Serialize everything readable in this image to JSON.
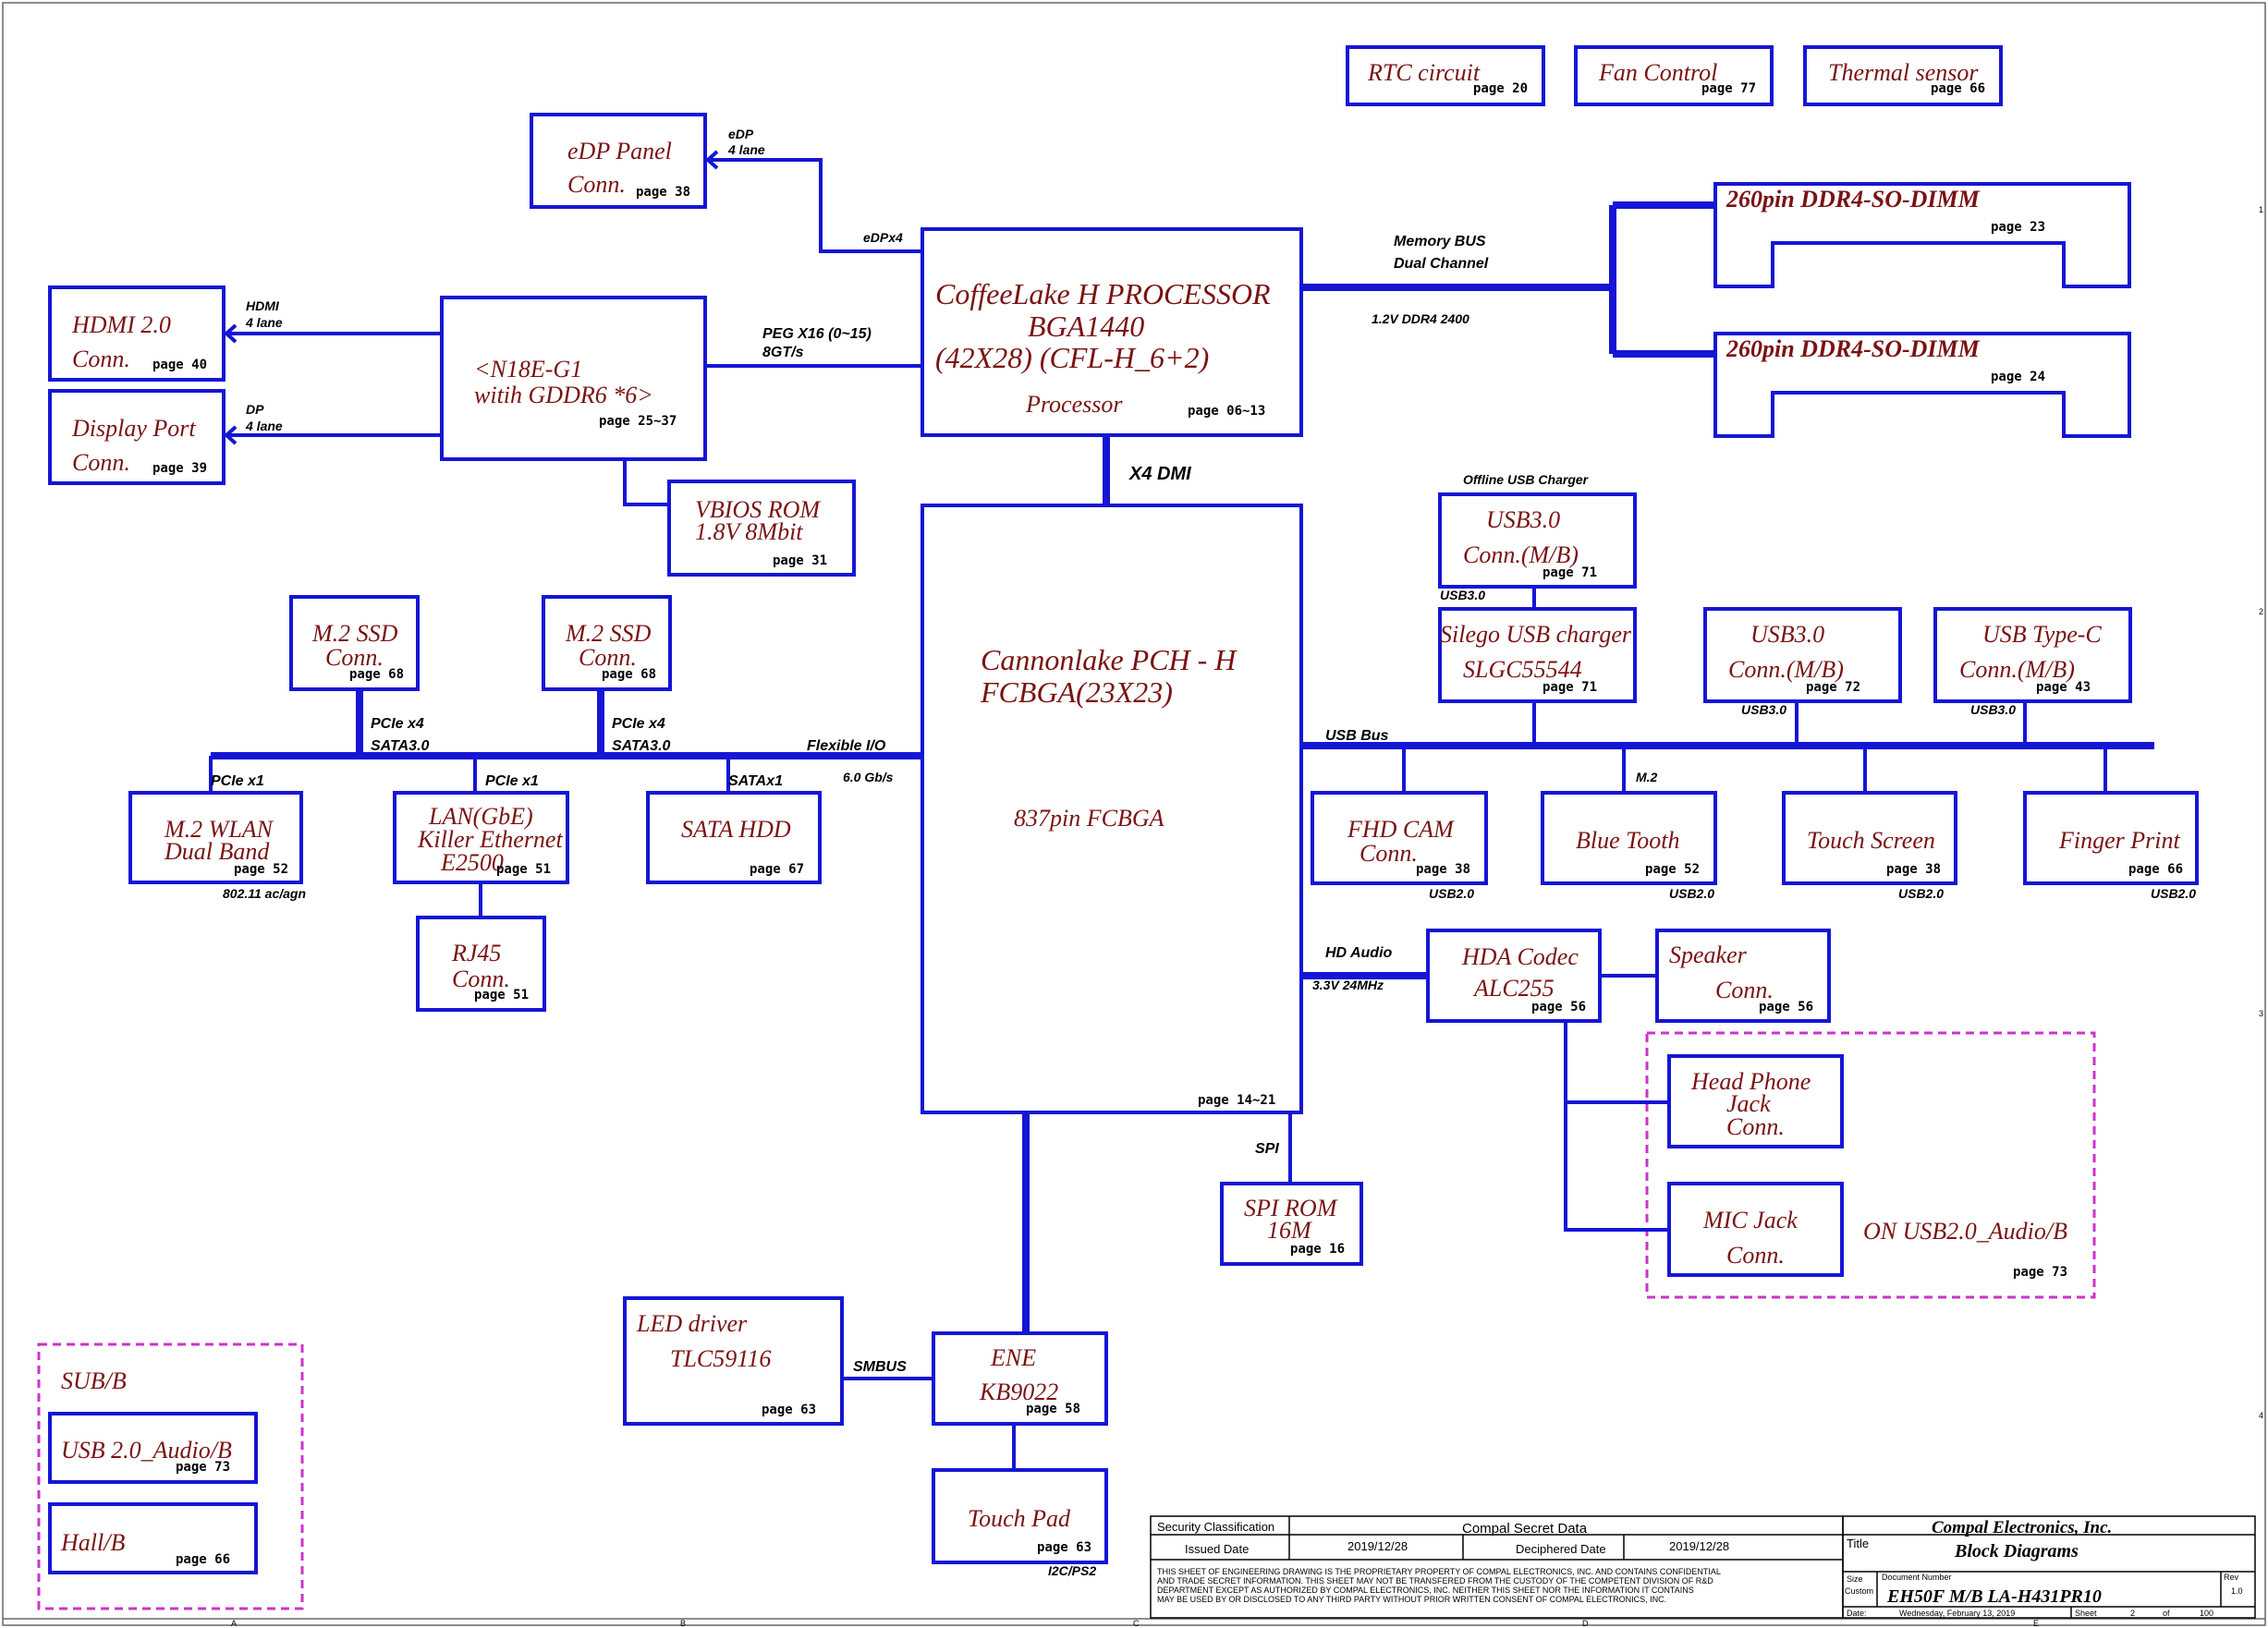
{
  "blocks": {
    "rtc": {
      "title": "RTC circuit",
      "page": "page 20"
    },
    "fan": {
      "title": "Fan Control",
      "page": "page 77"
    },
    "thermal": {
      "title": "Thermal sensor",
      "page": "page 66"
    },
    "edp": {
      "line1": "eDP Panel",
      "line2": "Conn.",
      "page": "page 38"
    },
    "hdmi": {
      "line1": "HDMI 2.0",
      "line2": "Conn.",
      "page": "page 40"
    },
    "dp": {
      "line1": "Display Port",
      "line2": "Conn.",
      "page": "page 39"
    },
    "gpu": {
      "line1": "<N18E-G1",
      "line2": "witih GDDR6 *6>",
      "page": "page 25~37"
    },
    "vbios": {
      "line1": "VBIOS ROM",
      "line2": "1.8V 8Mbit",
      "page": "page 31"
    },
    "cpu": {
      "line1": "CoffeeLake H PROCESSOR",
      "line2": "BGA1440",
      "line3": "(42X28) (CFL-H_6+2)",
      "line4": "Processor",
      "page": "page 06~13"
    },
    "dimm1": {
      "title": "260pin DDR4-SO-DIMM",
      "page": "page 23"
    },
    "dimm2": {
      "title": "260pin DDR4-SO-DIMM",
      "page": "page 24"
    },
    "pch": {
      "line1": "Cannonlake PCH - H",
      "line2": "FCBGA(23X23)",
      "line3": "837pin FCBGA",
      "page": "page 14~21"
    },
    "ssd1": {
      "line1": "M.2 SSD",
      "line2": "Conn.",
      "page": "page 68"
    },
    "ssd2": {
      "line1": "M.2 SSD",
      "line2": "Conn.",
      "page": "page 68"
    },
    "wlan": {
      "line1": "M.2 WLAN",
      "line2": "Dual Band",
      "page": "page 52"
    },
    "lan": {
      "line1": "LAN(GbE)",
      "line2": "Killer Ethernet",
      "line3": "E2500",
      "page": "page 51"
    },
    "rj45": {
      "line1": "RJ45",
      "line2": "Conn.",
      "page": "page 51"
    },
    "sata": {
      "line1": "SATA HDD",
      "page": "page 67"
    },
    "usb30a": {
      "line1": "USB3.0",
      "line2": "Conn.(M/B)",
      "page": "page 71"
    },
    "silego": {
      "line1": "Silego USB charger",
      "line2": "SLGC55544",
      "page": "page 71"
    },
    "usb30b": {
      "line1": "USB3.0",
      "line2": "Conn.(M/B)",
      "page": "page 72"
    },
    "usbc": {
      "line1": "USB Type-C",
      "line2": "Conn.(M/B)",
      "page": "page 43"
    },
    "cam": {
      "line1": "FHD CAM",
      "line2": "Conn.",
      "page": "page 38"
    },
    "bt": {
      "line1": "Blue Tooth",
      "page": "page 52"
    },
    "touch": {
      "line1": "Touch Screen",
      "page": "page 38"
    },
    "finger": {
      "line1": "Finger Print",
      "page": "page 66"
    },
    "hda": {
      "line1": "HDA Codec",
      "line2": "ALC255",
      "page": "page 56"
    },
    "speaker": {
      "line1": "Speaker",
      "line2": "Conn.",
      "page": "page 56"
    },
    "headphone": {
      "line1": "Head Phone",
      "line2": "Jack",
      "line3": "Conn."
    },
    "mic": {
      "line1": "MIC Jack",
      "line2": "Conn."
    },
    "audiob": {
      "label": "ON USB2.0_Audio/B",
      "page": "page 73"
    },
    "spirom": {
      "line1": "SPI ROM",
      "line2": "16M",
      "page": "page 16"
    },
    "led": {
      "line1": "LED driver",
      "line2": "TLC59116",
      "page": "page 63"
    },
    "ene": {
      "line1": "ENE",
      "line2": "KB9022",
      "page": "page 58"
    },
    "touchpad": {
      "line1": "Touch Pad",
      "page": "page 63"
    },
    "subb": {
      "title": "SUB/B"
    },
    "usbaudio": {
      "line1": "USB 2.0_Audio/B",
      "page": "page 73"
    },
    "hallb": {
      "line1": "Hall/B",
      "page": "page 66"
    }
  },
  "labels": {
    "edp_bus": "eDP",
    "edp_lanes": "4 lane",
    "edpx4": "eDPx4",
    "hdmi_bus": "HDMI",
    "hdmi_lanes": "4 lane",
    "dp_bus": "DP",
    "dp_lanes": "4 lane",
    "peg1": "PEG X16 (0~15)",
    "peg2": "8GT/s",
    "mem1": "Memory BUS",
    "mem2": "Dual Channel",
    "mem3": "1.2V DDR4 2400",
    "dmi": "X4 DMI",
    "offline_charger": "Offline USB Charger",
    "usb30_a": "USB3.0",
    "usb30_b": "USB3.0",
    "usb30_c": "USB3.0",
    "usb_bus": "USB Bus",
    "m2": "M.2",
    "usb20_1": "USB2.0",
    "usb20_2": "USB2.0",
    "usb20_3": "USB2.0",
    "usb20_4": "USB2.0",
    "pcie_x4_1": "PCIe x4",
    "sata30_1": "SATA3.0",
    "pcie_x4_2": "PCIe x4",
    "sata30_2": "SATA3.0",
    "flex_io": "Flexible I/O",
    "flex_speed": "6.0 Gb/s",
    "pcie_x1_1": "PCIe x1",
    "pcie_x1_2": "PCIe x1",
    "satax1": "SATAx1",
    "wifi": "802.11 ac/agn",
    "hd_audio": "HD Audio",
    "hd_audio_spec": "3.3V 24MHz",
    "spi": "SPI",
    "smbus": "SMBUS",
    "i2c": "I2C/PS2"
  },
  "titleblock": {
    "security_label": "Security Classification",
    "secret": "Compal Secret Data",
    "issued_label": "Issued Date",
    "issued_date": "2019/12/28",
    "deciphered_label": "Deciphered Date",
    "deciphered_date": "2019/12/28",
    "disclaimer1": "THIS SHEET OF ENGINEERING DRAWING IS THE PROPRIETARY PROPERTY OF COMPAL ELECTRONICS, INC. AND CONTAINS CONFIDENTIAL",
    "disclaimer2": "AND TRADE SECRET INFORMATION. THIS SHEET MAY NOT BE TRANSFERED FROM THE CUSTODY OF THE COMPETENT DIVISION OF R&D",
    "disclaimer3": "DEPARTMENT EXCEPT AS AUTHORIZED BY COMPAL ELECTRONICS, INC. NEITHER THIS SHEET NOR THE INFORMATION IT CONTAINS",
    "disclaimer4": "MAY BE USED BY OR DISCLOSED TO ANY THIRD PARTY WITHOUT PRIOR WRITTEN CONSENT OF COMPAL ELECTRONICS, INC.",
    "company": "Compal Electronics, Inc.",
    "title_label": "Title",
    "title": "Block Diagrams",
    "size_label": "Size",
    "custom_label": "Custom",
    "docnum_label": "Document Number",
    "docnum": "EH50F M/B LA-H431PR10",
    "rev_label": "Rev",
    "rev": "1.0",
    "date_label": "Date:",
    "date": "Wednesday, February 13, 2019",
    "sheet_label": "Sheet",
    "sheet": "2",
    "of_label": "of",
    "of": "100"
  },
  "border_marks": {
    "a": "A",
    "b": "B",
    "c": "C",
    "d": "D",
    "e": "E",
    "r1": "1",
    "r2": "2",
    "r3": "3",
    "r4": "4"
  }
}
